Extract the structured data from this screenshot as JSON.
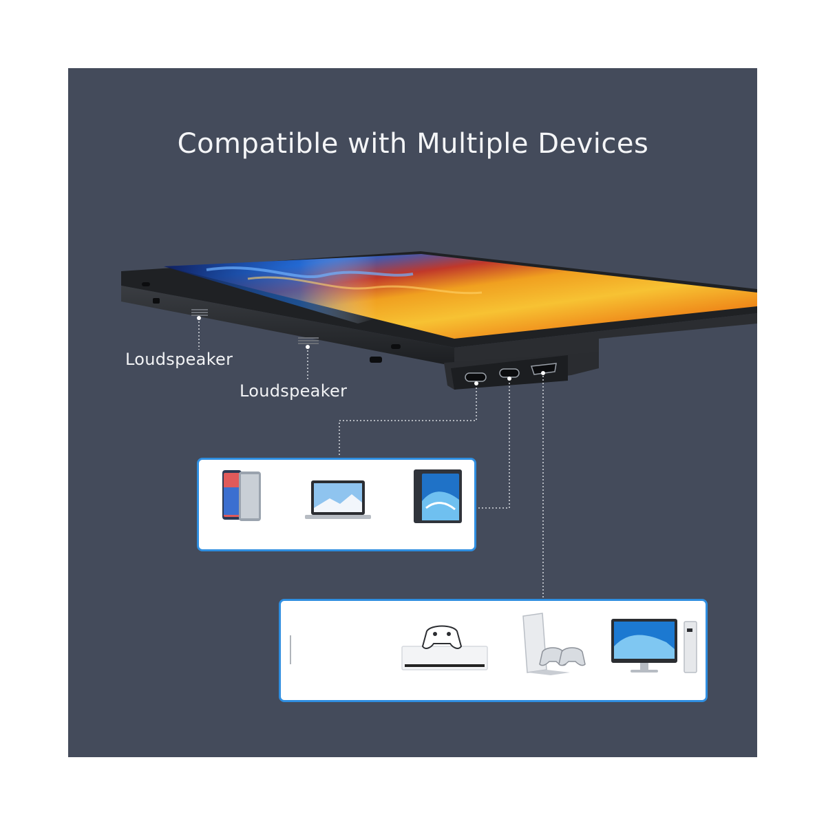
{
  "headline": "Compatible with Multiple Devices",
  "callouts": {
    "speaker_left": "Loudspeaker",
    "speaker_right": "Loudspeaker"
  },
  "colors": {
    "panel_bg": "#444b5b",
    "box_border": "#2f8ee0",
    "text": "#f4f5f7"
  },
  "usb_c_devices": {
    "icons": [
      "smartphone-icon",
      "laptop-icon",
      "tablet-icon"
    ]
  },
  "hdmi_devices": {
    "icons": [
      "game-console-icon",
      "playstation-console-icon",
      "desktop-computer-icon"
    ]
  }
}
